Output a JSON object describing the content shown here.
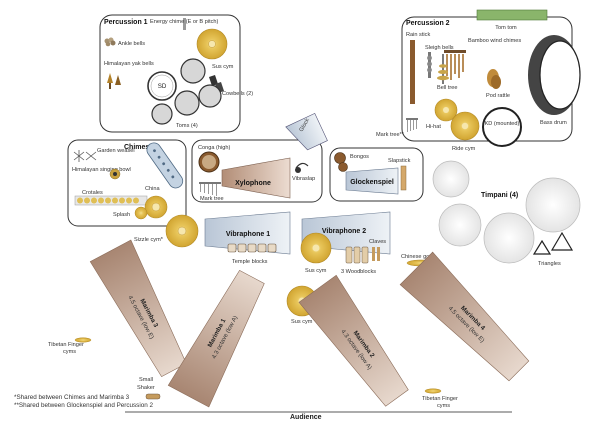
{
  "sections": {
    "percussion1": "Percussion 1",
    "percussion2": "Percussion 2",
    "chimes": "Chimes",
    "timpani": "Timpani (4)"
  },
  "instruments": {
    "energy_chime": "Energy chime (E or B pitch)",
    "ankle_bells": "Ankle bells",
    "himalayan_yak_bells": "Himalayan yak bells",
    "sus_cym_p1": "Sus cym",
    "cowbells": "Cowbells (2)",
    "sd": "SD",
    "toms": "Toms (4)",
    "rain_stick": "Rain stick",
    "sleigh_bells": "Sleigh bells",
    "bamboo_wind_chimes": "Bamboo wind chimes",
    "tom_tom": "Tom tom",
    "bell_tree": "Bell tree",
    "pod_rattle": "Pod rattle",
    "bass_drum": "Bass drum",
    "hi_hat": "Hi-hat",
    "kd": "KD (mounted)",
    "ride_cym": "Ride cym",
    "mark_tree_p2": "Mark tree**",
    "garden_weasel": "Garden weasel",
    "himalayan_singing_bowl": "Himalayan singing bowl",
    "crotales": "Crotales",
    "china": "China",
    "splash": "Splash",
    "sizzle_cym": "Sizzle cym*",
    "conga": "Conga (high)",
    "glock_box": "Glock",
    "xylophone": "Xylophone",
    "vibraslap": "Vibraslap",
    "mark_tree_x": "Mark tree",
    "bongos": "Bongos",
    "slapstick": "Slapstick",
    "glockenspiel": "Glockenspiel",
    "vibraphone1": "Vibraphone 1",
    "temple_blocks": "Temple blocks",
    "vibraphone2": "Vibraphone 2",
    "claves": "Claves",
    "sus_cym_v2": "Sus cym",
    "woodblocks": "3 Woodblocks",
    "chinese_gong": "Chinese gong",
    "triangles": "Triangles",
    "sus_cym_center": "Sus cym",
    "tibetan_left": "Tibetan Finger cyms",
    "tibetan_right": "Tibetan Finger cyms",
    "small_shaker": "Small Shaker"
  },
  "marimbas": {
    "m3_name": "Marimba 3",
    "m3_range": "4.5 octave (low E)",
    "m1_name": "Marimba 1",
    "m1_range": "4.3 octave (low A)",
    "m2_name": "Marimba 2",
    "m2_range": "4.3 octave (low A)",
    "m4_name": "Marimba 4",
    "m4_range": "4.5 octave (low E)"
  },
  "notes": {
    "note1": "*Shared between Chimes and Marimba 3",
    "note2": "**Shared between Glockenspiel and Percussion 2"
  },
  "audience": "Audience"
}
